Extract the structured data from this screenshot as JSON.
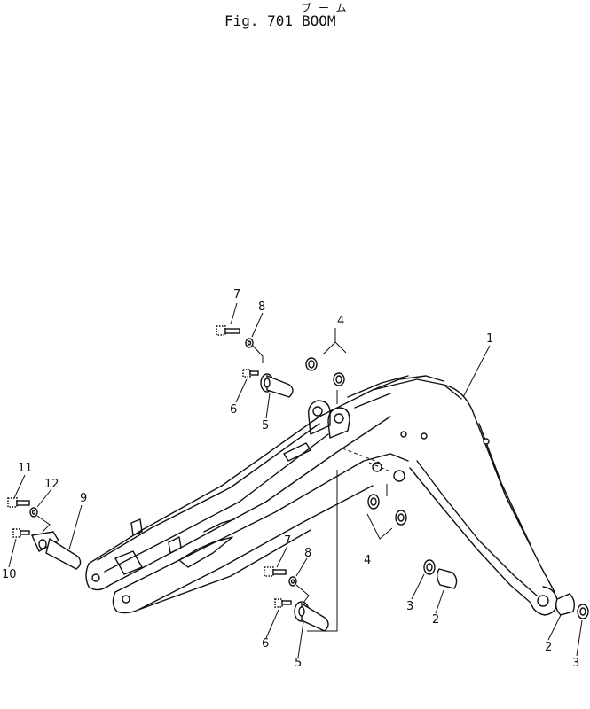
{
  "header": {
    "japanese_title": "ブーム",
    "figure_label": "Fig. 701",
    "figure_name": "BOOM"
  },
  "callouts": {
    "c1": "1",
    "c2a": "2",
    "c2b": "2",
    "c3a": "3",
    "c3b": "3",
    "c4a": "4",
    "c4b": "4",
    "c5a": "5",
    "c5b": "5",
    "c6a": "6",
    "c6b": "6",
    "c7a": "7",
    "c7b": "7",
    "c8a": "8",
    "c8b": "8",
    "c9": "9",
    "c10": "10",
    "c11": "11",
    "c12": "12"
  }
}
